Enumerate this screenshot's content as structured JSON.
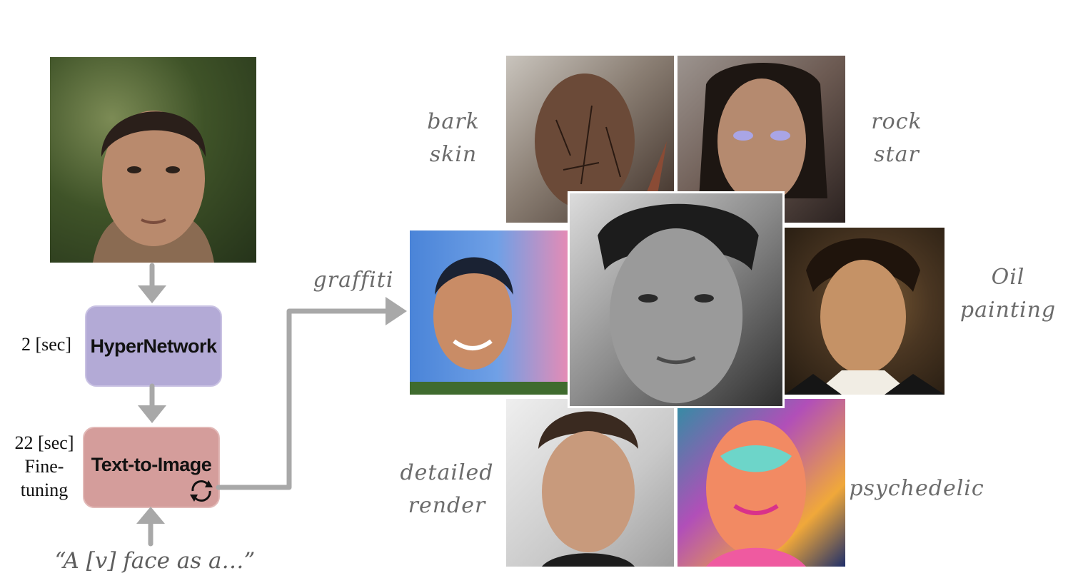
{
  "pipeline": {
    "hypernetwork_label": "HyperNetwork",
    "hypernetwork_time": "2 [sec]",
    "t2i_label": "Text-to-Image",
    "t2i_time": "22 [sec]",
    "t2i_time_desc_line1": "Fine-",
    "t2i_time_desc_line2": "tuning",
    "prompt": "“A [v] face as a…”"
  },
  "styles": {
    "bark_line1": "bark",
    "bark_line2": "skin",
    "rock_line1": "rock",
    "rock_line2": "star",
    "graffiti": "graffiti",
    "oil_line1": "Oil",
    "oil_line2": "painting",
    "detailed_line1": "detailed",
    "detailed_line2": "render",
    "psychedelic": "psychedelic"
  },
  "colors": {
    "hypernetwork_box": "#b3aad6",
    "t2i_box": "#d49d9b",
    "arrow": "#a8a8a8"
  },
  "icons": {
    "refresh": "refresh-icon"
  }
}
